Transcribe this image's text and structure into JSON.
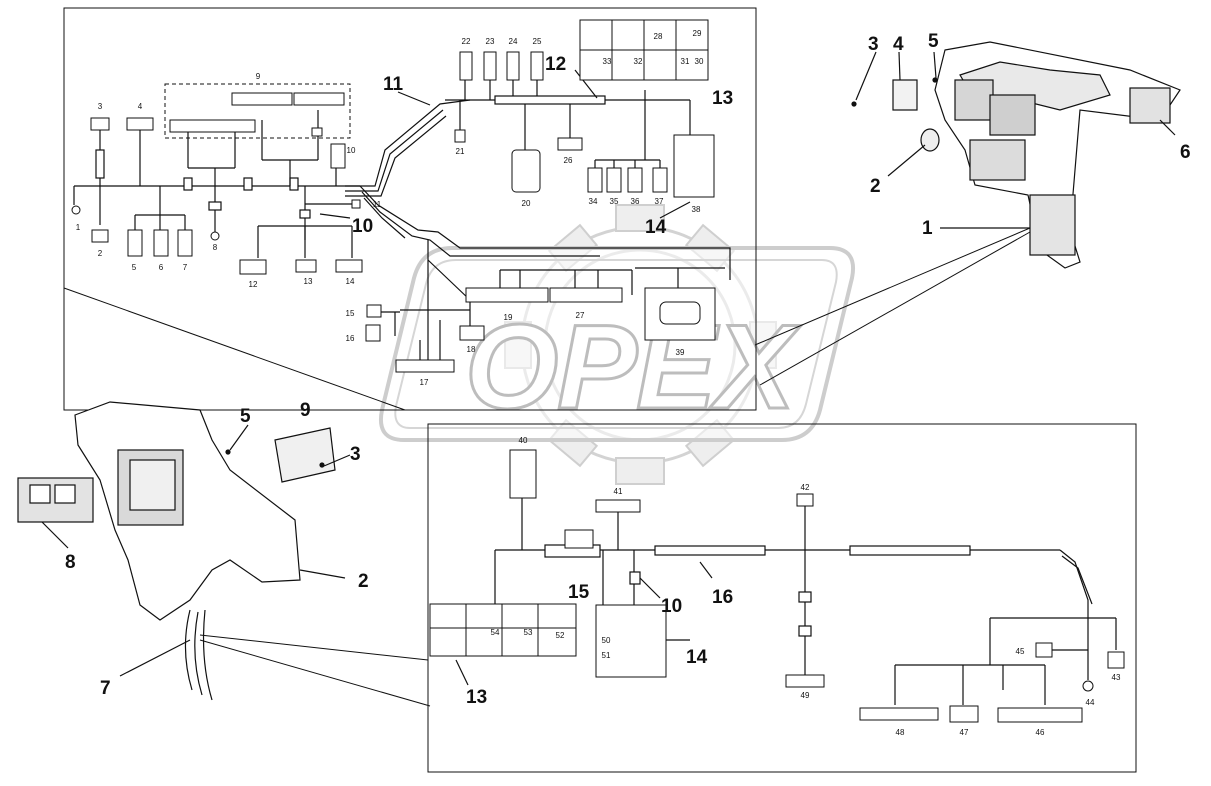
{
  "watermark": {
    "text": "OPEX"
  },
  "colors": {
    "line": "#111111",
    "watermark": "#d0d0d0"
  },
  "upper_panel": {
    "big_labels": [
      "11",
      "12",
      "13",
      "10",
      "14"
    ],
    "circle_labels": [
      "1",
      "2",
      "3",
      "4",
      "5",
      "6",
      "7",
      "8",
      "9",
      "10",
      "11",
      "12",
      "13",
      "14",
      "15",
      "16",
      "17",
      "18",
      "19",
      "20",
      "21",
      "22",
      "23",
      "24",
      "25",
      "26",
      "27",
      "28",
      "29",
      "30",
      "31",
      "32",
      "33",
      "34",
      "35",
      "36",
      "37",
      "38",
      "39"
    ]
  },
  "lower_panel": {
    "big_labels": [
      "15",
      "10",
      "16",
      "14",
      "13"
    ],
    "circle_labels": [
      "40",
      "41",
      "42",
      "43",
      "44",
      "45",
      "46",
      "47",
      "48",
      "49",
      "50",
      "51",
      "52",
      "53",
      "54"
    ]
  },
  "dash_view": {
    "labels": [
      "3",
      "4",
      "5",
      "6",
      "2",
      "1"
    ]
  },
  "console_view": {
    "labels": [
      "5",
      "9",
      "3",
      "8",
      "2",
      "7"
    ]
  }
}
